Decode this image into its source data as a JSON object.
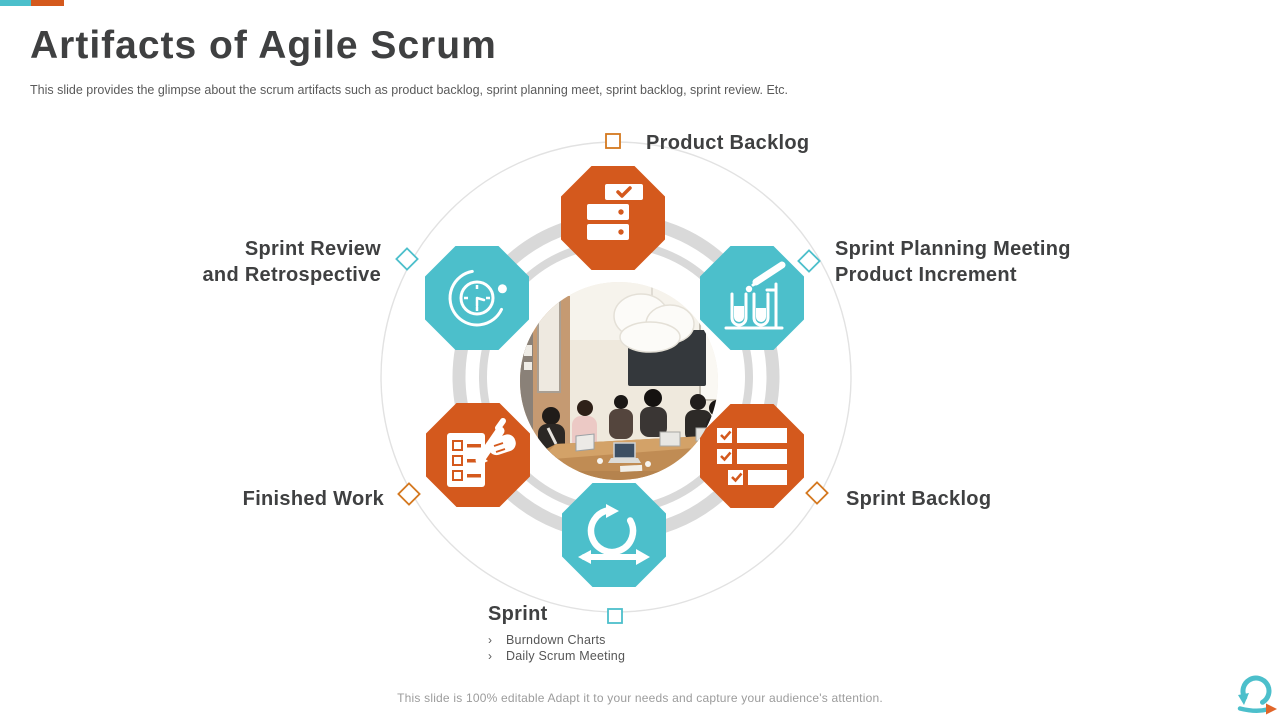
{
  "slide": {
    "title": "Artifacts of Agile Scrum",
    "subtitle": "This slide provides the glimpse about the scrum artifacts such as product backlog, sprint planning meet, sprint backlog, sprint review. Etc.",
    "footer": "This slide is 100% editable Adapt it to your needs and capture your audience's attention."
  },
  "colors": {
    "orange": "#D4591D",
    "teal": "#4CBFCB",
    "heading_gray": "#3F4041",
    "body_gray": "#5A5A5A",
    "ring_gray": "#D9D9D9",
    "connector_gray": "#E2E2E2",
    "footer_gray": "#9C9C9C"
  },
  "diagram": {
    "labels": {
      "product_backlog": "Product Backlog",
      "sprint_planning": [
        "Sprint Planning Meeting",
        "Product Increment"
      ],
      "sprint_backlog": "Sprint Backlog",
      "sprint": "Sprint",
      "finished_work": "Finished Work",
      "sprint_review": [
        "Sprint Review",
        "and Retrospective"
      ]
    },
    "sprint_bullets": [
      {
        "marker": "›",
        "text": "Burndown Charts"
      },
      {
        "marker": "›",
        "text": "Daily Scrum Meeting"
      }
    ],
    "icons": {
      "product_backlog": "storage-stack-check-icon",
      "sprint_planning": "test-tubes-dropper-icon",
      "sprint_backlog": "checklist-icon",
      "sprint": "agile-sprint-loop-icon",
      "finished_work": "hand-writing-checklist-icon",
      "sprint_review": "clock-orbit-icon",
      "markers": "square-and-diamond-outline-markers",
      "logo": "sprint-loop-arrow-logo"
    }
  }
}
